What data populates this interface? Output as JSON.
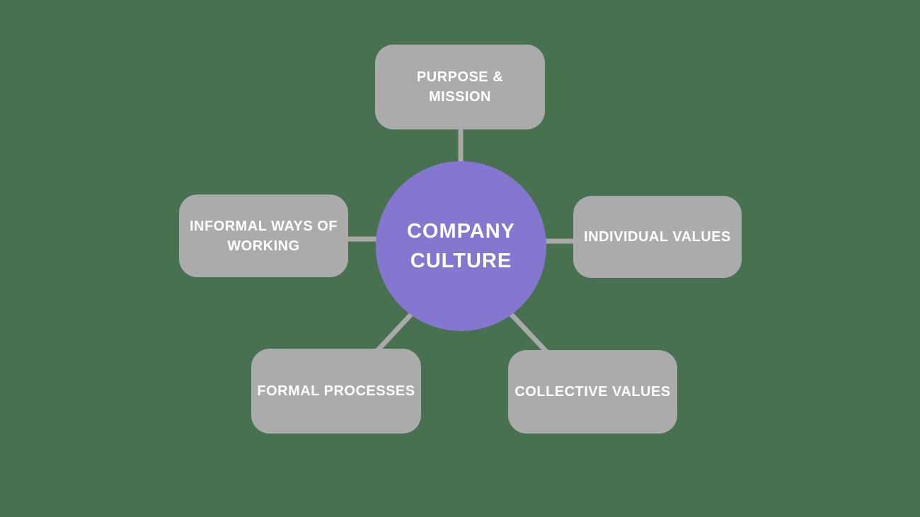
{
  "diagram": {
    "center": {
      "id": "company-culture",
      "label": "COMPANY\nCULTURE"
    },
    "nodes": [
      {
        "id": "purpose-mission",
        "label": "PURPOSE &\nMISSION",
        "position": "top"
      },
      {
        "id": "informal-ways-of-working",
        "label": "INFORMAL WAYS OF\nWORKING",
        "position": "left"
      },
      {
        "id": "individual-values",
        "label": "INDIVIDUAL VALUES",
        "position": "right"
      },
      {
        "id": "formal-processes",
        "label": "FORMAL PROCESSES",
        "position": "bottom-left"
      },
      {
        "id": "collective-values",
        "label": "COLLECTIVE VALUES",
        "position": "bottom-right"
      }
    ],
    "colors": {
      "background": "#48714F",
      "center_fill": "#8577D0",
      "node_fill": "#ABABAB",
      "connector": "#A9A9A9",
      "text": "#FFFFFF"
    }
  }
}
